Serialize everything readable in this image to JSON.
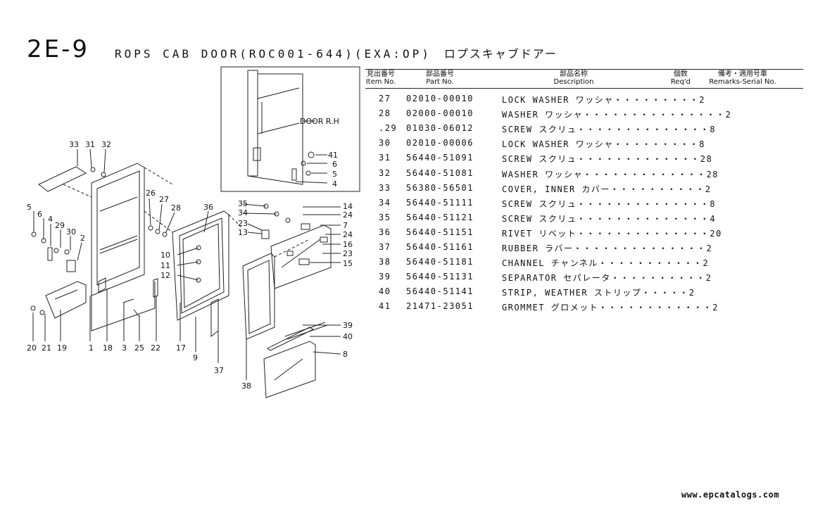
{
  "page": {
    "number": "2E-9",
    "title": "ROPS CAB DOOR(ROC001-644)(EXA:OP)",
    "title_jp": "ロプスキャブドアー"
  },
  "table": {
    "headers": {
      "item_jp": "見出番号",
      "item_en": "Item No.",
      "part_jp": "部品番号",
      "part_en": "Part No.",
      "desc_jp": "部品名称",
      "desc_en": "Description",
      "qty_jp": "個数",
      "qty_en": "Req'd",
      "remarks_jp": "備考・適用号車",
      "remarks_en": "Remarks-Serial No."
    },
    "rows": [
      {
        "item": "27",
        "part": "02010-00010",
        "desc": "LOCK WASHER ワッシャ・・・・・・・・・2"
      },
      {
        "item": "28",
        "part": "02000-00010",
        "desc": "WASHER ワッシャ・・・・・・・・・・・・・・・2"
      },
      {
        "item": ".29",
        "part": "01030-06012",
        "desc": "SCREW スクリュ・・・・・・・・・・・・・・8"
      },
      {
        "item": "30",
        "part": "02010-00006",
        "desc": "LOCK WASHER ワッシャ・・・・・・・・・8"
      },
      {
        "item": "31",
        "part": "56440-51091",
        "desc": "SCREW スクリュ・・・・・・・・・・・・・28"
      },
      {
        "item": "32",
        "part": "56440-51081",
        "desc": "WASHER ワッシャ・・・・・・・・・・・・・28"
      },
      {
        "item": "33",
        "part": "56380-56501",
        "desc": "COVER, INNER カバー・・・・・・・・・・2"
      },
      {
        "item": "34",
        "part": "56440-51111",
        "desc": "SCREW スクリュ・・・・・・・・・・・・・・8"
      },
      {
        "item": "35",
        "part": "56440-51121",
        "desc": "SCREW スクリュ・・・・・・・・・・・・・・4"
      },
      {
        "item": "36",
        "part": "56440-51151",
        "desc": "RIVET リベット・・・・・・・・・・・・・・20"
      },
      {
        "item": "37",
        "part": "56440-51161",
        "desc": "RUBBER ラバー・・・・・・・・・・・・・・2"
      },
      {
        "item": "38",
        "part": "56440-51181",
        "desc": "CHANNEL チャンネル・・・・・・・・・・・2"
      },
      {
        "item": "39",
        "part": "56440-51131",
        "desc": "SEPARATOR セパレータ・・・・・・・・・・2"
      },
      {
        "item": "40",
        "part": "56440-51141",
        "desc": "STRIP, WEATHER ストリップ・・・・・2"
      },
      {
        "item": "41",
        "part": "21471-23051",
        "desc": "GROMMET グロメット・・・・・・・・・・・・2"
      }
    ]
  },
  "diagram": {
    "inset_label": "DOOR R.H",
    "callouts": [
      "41",
      "6",
      "5",
      "4",
      "33",
      "31",
      "32",
      "26",
      "27",
      "28",
      "36",
      "5",
      "6",
      "4",
      "29",
      "30",
      "2",
      "10",
      "11",
      "12",
      "35",
      "34",
      "23",
      "13",
      "14",
      "24",
      "7",
      "24",
      "16",
      "23",
      "15",
      "20",
      "21",
      "19",
      "1",
      "18",
      "3",
      "25",
      "22",
      "17",
      "9",
      "37",
      "38",
      "39",
      "40",
      "8"
    ]
  },
  "footer": "www.epcatalogs.com"
}
